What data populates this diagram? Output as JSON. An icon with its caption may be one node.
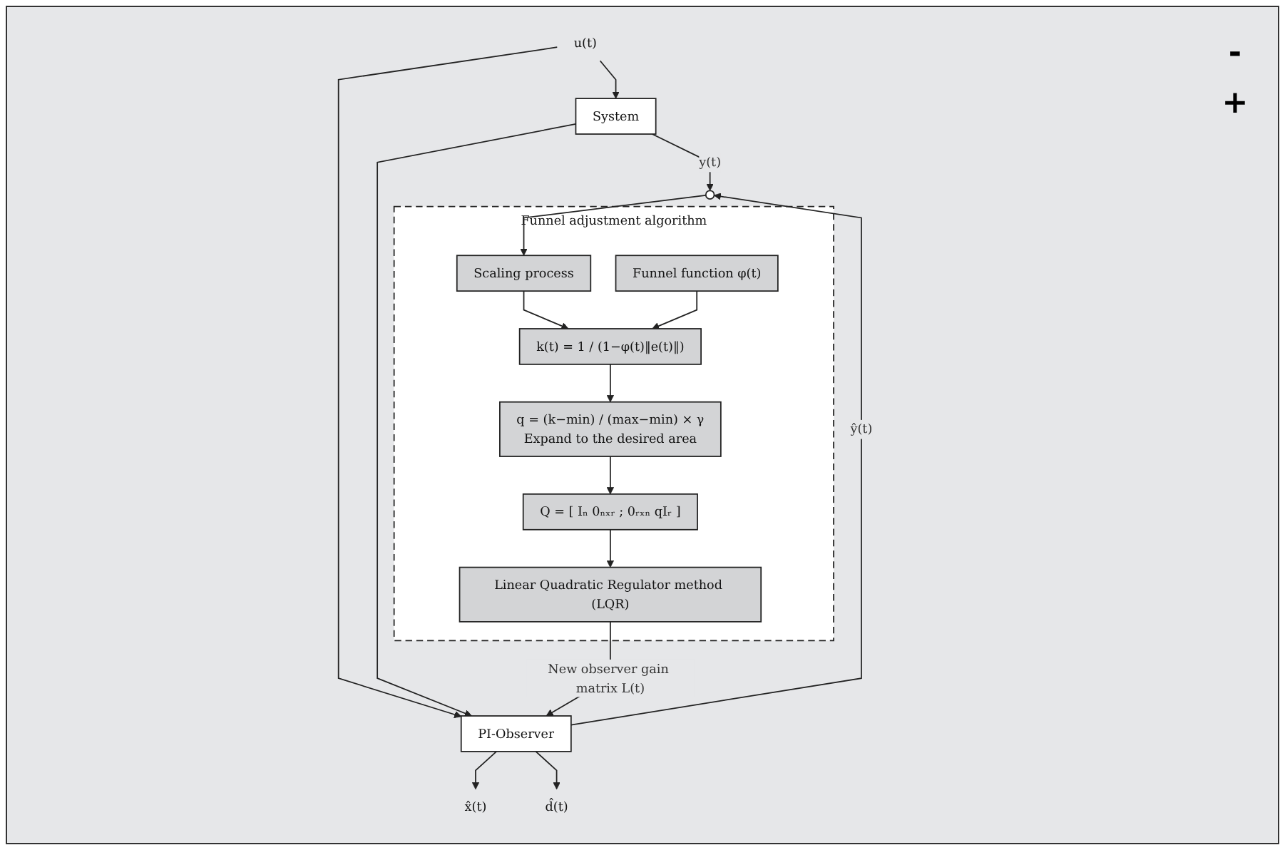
{
  "diagram": {
    "nodes": [
      {
        "text": [
          "u(t)"
        ]
      },
      {
        "text": [
          "System"
        ]
      },
      {
        "text": [],
        "shape": "circle"
      },
      {
        "text": [
          "PI-Observer"
        ]
      },
      {
        "text": [
          "x̂(t)"
        ]
      },
      {
        "text": [
          "d̂(t)"
        ]
      },
      {
        "text": [
          "Funnel adjustment algorithm"
        ]
      },
      {
        "text": [
          "Scaling process"
        ],
        "in": 6
      },
      {
        "text": [
          "Funnel function φ(t)"
        ],
        "in": 6
      },
      {
        "text": [
          "k(t) = 1 / (1−φ(t)‖e(t)‖)"
        ],
        "in": 6
      },
      {
        "text": [
          "q = (k−min) / (max−min) × γ",
          "Expand to the desired area"
        ],
        "in": 6
      },
      {
        "text": [
          "Q = [ Iₙ 0ₙₓᵣ ; 0ᵣₓₙ qIᵣ ]"
        ],
        "in": 6
      },
      {
        "text": [
          "Linear Quadratic Regulator method (LQR)"
        ],
        "in": 6
      }
    ],
    "edges": [
      {
        "from": 0,
        "to": 1,
        "arrow": "to"
      },
      {
        "from": 0,
        "to": 3,
        "arrow": "to"
      },
      {
        "from": 1,
        "to": 2,
        "arrow": "to",
        "label": "y(t)"
      },
      {
        "from": 1,
        "to": 3,
        "arrow": "to"
      },
      {
        "from": 3,
        "to": 2,
        "arrow": "to",
        "label": "ŷ(t)"
      },
      {
        "from": 3,
        "to": 4,
        "arrow": "to"
      },
      {
        "from": 3,
        "to": 5,
        "arrow": "to"
      },
      {
        "from": 2,
        "to": 7,
        "arrow": "to"
      },
      {
        "from": 7,
        "to": 9,
        "arrow": "to"
      },
      {
        "from": 8,
        "to": 9,
        "arrow": "to"
      },
      {
        "from": 9,
        "to": 10,
        "arrow": "to"
      },
      {
        "from": 10,
        "to": 11,
        "arrow": "to"
      },
      {
        "from": 11,
        "to": 12,
        "arrow": "to"
      },
      {
        "from": 12,
        "to": 3,
        "arrow": "to",
        "label": "New observer gain matrix L(t)"
      }
    ],
    "labels": [
      "-",
      "+"
    ]
  }
}
